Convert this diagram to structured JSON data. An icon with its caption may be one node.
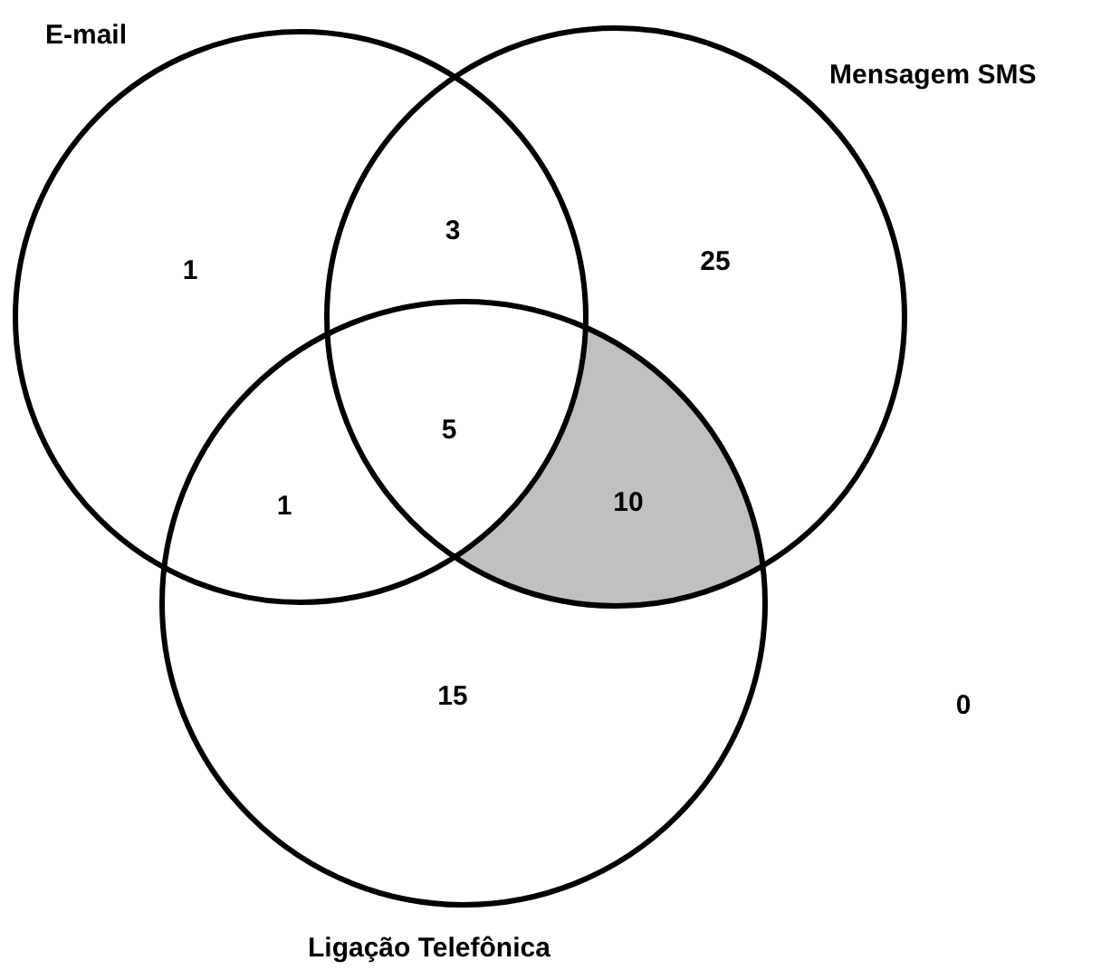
{
  "diagram": {
    "nodes": [
      {
        "text": [
          "E-mail"
        ]
      },
      {
        "text": [
          "Mensagem SMS"
        ]
      },
      {
        "text": [
          "Ligação Telefônica"
        ]
      }
    ],
    "labels": [
      "1",
      "3",
      "25",
      "5",
      "1",
      "10",
      "15",
      "0"
    ]
  }
}
